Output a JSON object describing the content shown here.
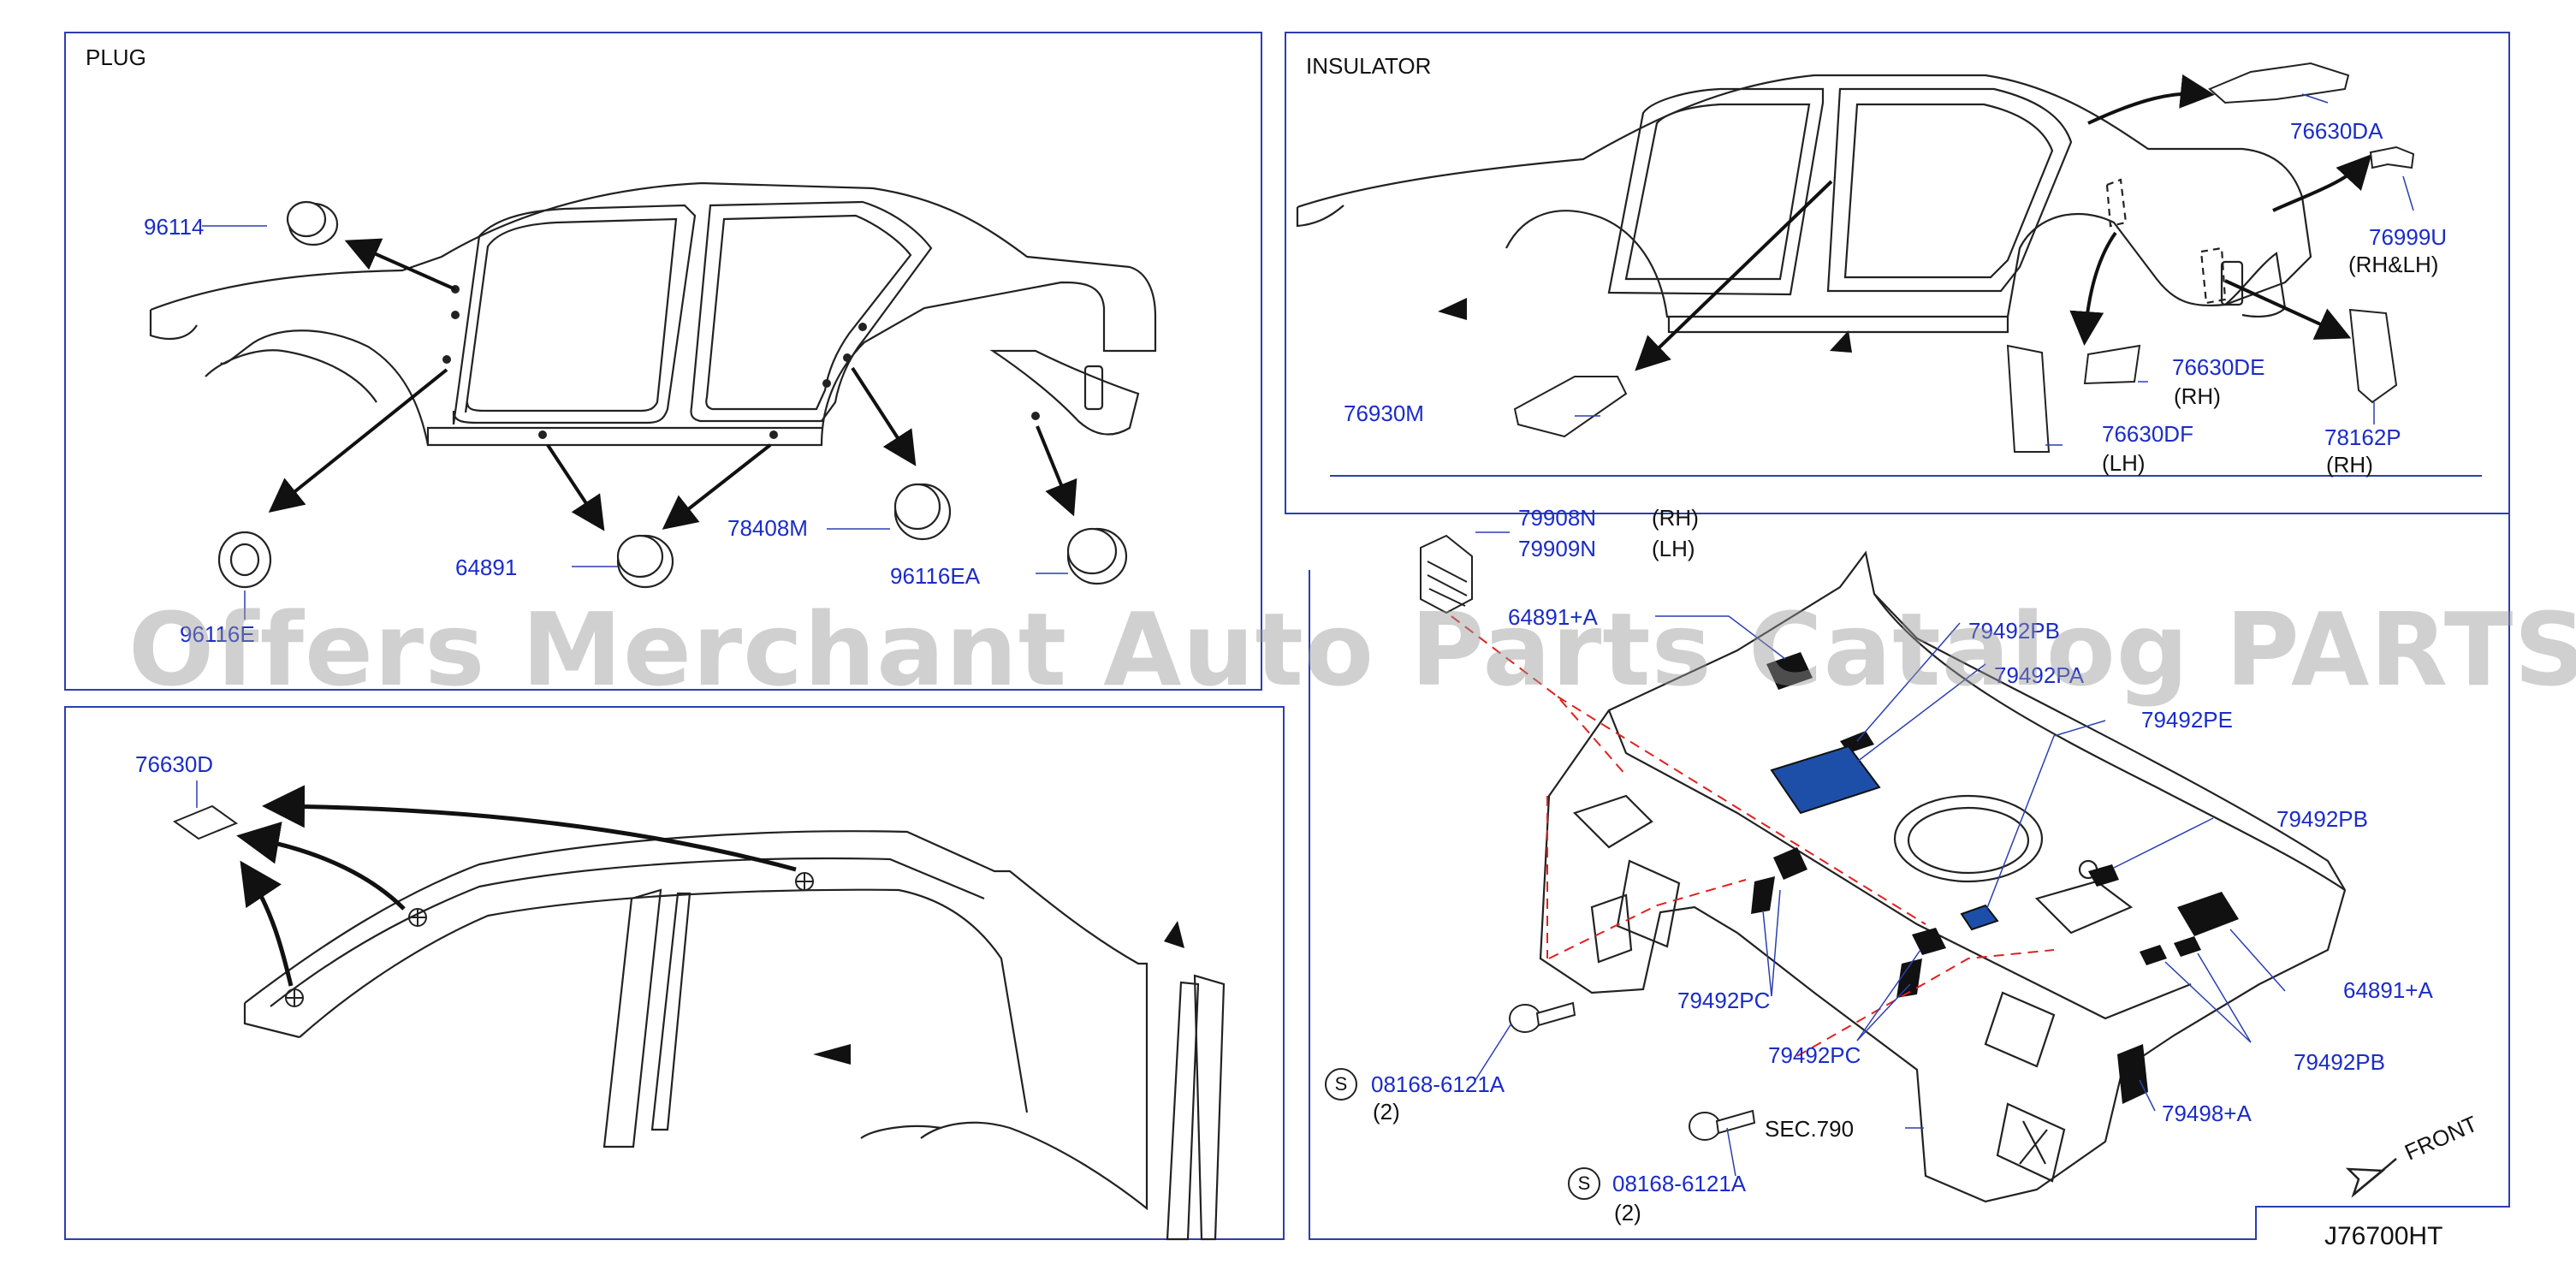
{
  "sections": {
    "plug": "PLUG",
    "insulator": "INSULATOR"
  },
  "plug_parts": {
    "p96114": "96114",
    "p64891": "64891",
    "p78408m": "78408M",
    "p96116ea": "96116EA",
    "p_partial": "96116E",
    "p76630d": "76630D"
  },
  "insulator_parts": {
    "p76630da": "76630DA",
    "p76999u": "76999U",
    "p76999u_note": "(RH&LH)",
    "p76930m": "76930M",
    "p76630de": "76630DE",
    "p76630de_note": "(RH)",
    "p76630df": "76630DF",
    "p76630df_note": "(LH)",
    "p78162p": "78162P",
    "p78162p_note": "(RH)"
  },
  "floor_parts": {
    "p79908n": "79908N",
    "p79908n_note": "(RH)",
    "p79909n": "79909N",
    "p79909n_note": "(LH)",
    "p64891a_top": "64891+A",
    "p79492pb_top": "79492PB",
    "p79492pa": "79492PA",
    "p79492pe": "79492PE",
    "p79492pb_right": "79492PB",
    "p79492pc_left": "79492PC",
    "p79492pc_mid": "79492PC",
    "p64891a_right": "64891+A",
    "p79492pb_low": "79492PB",
    "p79498a": "79498+A",
    "p08168_a": "08168-6121A",
    "p08168_a_qty": "(2)",
    "p08168_b": "08168-6121A",
    "p08168_b_qty": "(2)",
    "sec790": "SEC.790",
    "front": "FRONT",
    "s_mark": "S"
  },
  "watermark": "Offers Merchant Auto Parts Catalog PARTSTORE.SA",
  "diagram_code": "J76700HT",
  "colors": {
    "part_label": "#1a2cc8",
    "frame": "#2b3fb0",
    "insulator_fill": "#1d4fa8",
    "red_dash": "#e02020"
  }
}
